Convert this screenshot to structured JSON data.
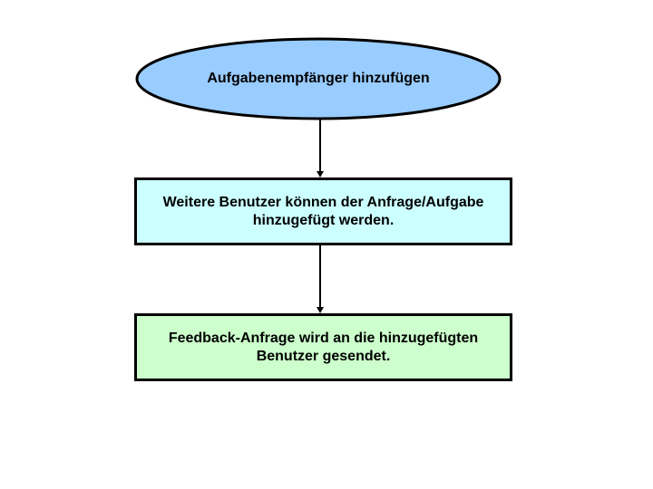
{
  "diagram": {
    "type": "flowchart",
    "nodes": [
      {
        "id": "start",
        "shape": "ellipse",
        "label": "Aufgabenempfänger hinzufügen",
        "fill": "#99ccff",
        "stroke": "#000000"
      },
      {
        "id": "step1",
        "shape": "rectangle",
        "label": "Weitere Benutzer können der Anfrage/Aufgabe hinzugefügt werden.",
        "fill": "#ccffff",
        "stroke": "#000000"
      },
      {
        "id": "step2",
        "shape": "rectangle",
        "label": "Feedback-Anfrage wird an die hinzugefügten Benutzer gesendet.",
        "fill": "#ccffcc",
        "stroke": "#000000"
      }
    ],
    "edges": [
      {
        "from": "start",
        "to": "step1",
        "style": "arrow"
      },
      {
        "from": "step1",
        "to": "step2",
        "style": "arrow"
      }
    ],
    "colors": {
      "background": "#ffffff",
      "line": "#000000"
    }
  }
}
